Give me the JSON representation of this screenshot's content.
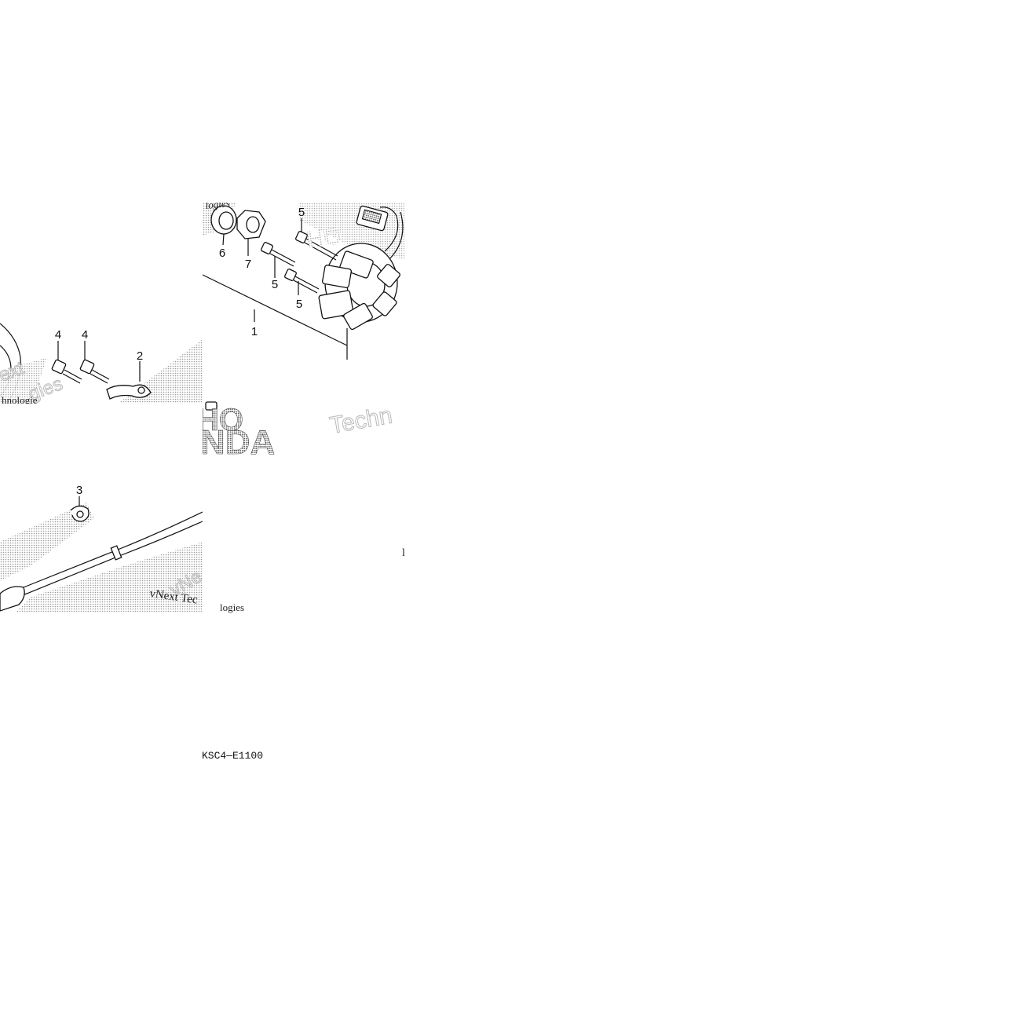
{
  "diagram": {
    "callouts": [
      "1",
      "2",
      "3",
      "4",
      "4",
      "5",
      "5",
      "5",
      "6",
      "7"
    ],
    "diagram_code": "KSC4—E1100",
    "watermark": {
      "fragments": [
        "vNext Tec",
        "Techn",
        "logies",
        "hnologie",
        "ext",
        "gies",
        "vNe"
      ],
      "brand_fragment": "NDA",
      "brand_fragment_top": "HO"
    },
    "stray_mark": "l"
  }
}
